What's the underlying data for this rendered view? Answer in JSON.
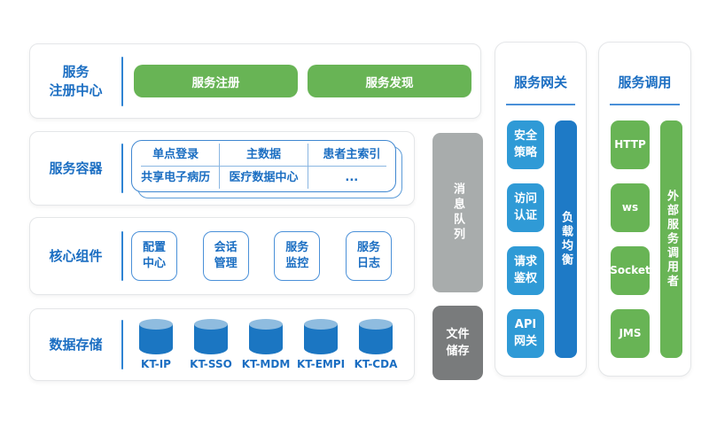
{
  "palette": {
    "label_blue": "#1b6ec2",
    "green": "#68b455",
    "mid_blue": "#2f9ad6",
    "dark_blue": "#1e7ac6",
    "cylinder_blue": "#1b76c2",
    "cylinder_top_blue": "#8fbcdf",
    "light_gray": "#a8acac",
    "dark_gray": "#797b7c"
  },
  "registry": {
    "label": "服务\n注册中心",
    "buttons": [
      "服务注册",
      "服务发现"
    ]
  },
  "container": {
    "label": "服务容器",
    "grid": [
      [
        "单点登录",
        "主数据",
        "患者主索引"
      ],
      [
        "共享电子病历",
        "医疗数据中心",
        "..."
      ]
    ]
  },
  "core": {
    "label": "核心组件",
    "items": [
      "配置\n中心",
      "会话\n管理",
      "服务\n监控",
      "服务\n日志"
    ]
  },
  "storage": {
    "label": "数据存储",
    "databases": [
      "KT-IP",
      "KT-SSO",
      "KT-MDM",
      "KT-EMPI",
      "KT-CDA"
    ]
  },
  "middle": {
    "message_queue": "消息队列",
    "file_storage": "文件\n储存"
  },
  "gateway": {
    "title": "服务网关",
    "items": [
      "安全\n策略",
      "访问\n认证",
      "请求\n鉴权",
      "API\n网关"
    ],
    "bar": "负载均衡"
  },
  "invocation": {
    "title": "服务调用",
    "items": [
      "HTTP",
      "ws",
      "Socket",
      "JMS"
    ],
    "bar": "外部服务调用者"
  }
}
